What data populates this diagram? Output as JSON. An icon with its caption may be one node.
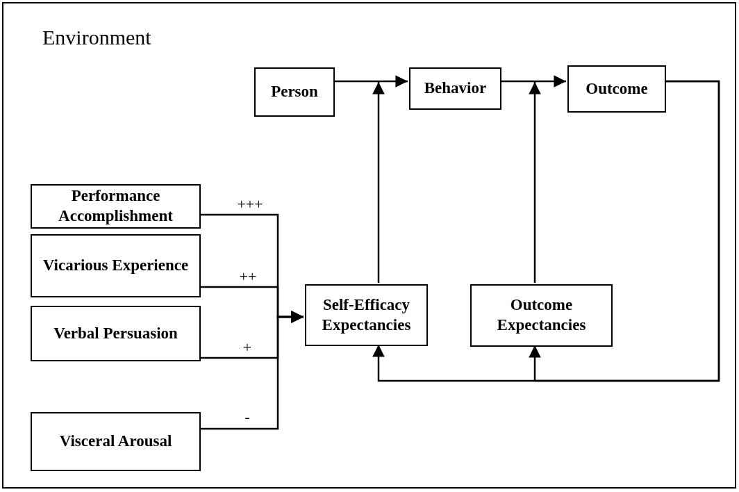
{
  "diagram": {
    "nodes": [
      {
        "text": [
          "Environment"
        ]
      },
      {
        "text": [
          "Person"
        ],
        "in": 0
      },
      {
        "text": [
          "Behavior"
        ],
        "in": 0
      },
      {
        "text": [
          "Outcome"
        ],
        "in": 0
      },
      {
        "text": [
          "Performance Accomplishment"
        ],
        "in": 0
      },
      {
        "text": [
          "Vicarious Experience"
        ],
        "in": 0
      },
      {
        "text": [
          "Verbal Persuasion"
        ],
        "in": 0
      },
      {
        "text": [
          "Visceral Arousal"
        ],
        "in": 0
      },
      {
        "text": [
          "Self-Efficacy Expectancies"
        ],
        "in": 0
      },
      {
        "text": [
          "Outcome Expectancies"
        ],
        "in": 0
      }
    ],
    "edges": [
      {
        "from": 1,
        "to": 2,
        "arrow": "to"
      },
      {
        "from": 2,
        "to": 3,
        "arrow": "to"
      },
      {
        "from": 8,
        "to": null,
        "arrow": "to"
      },
      {
        "from": 9,
        "to": null,
        "arrow": "to"
      },
      {
        "from": 3,
        "to": 8,
        "arrow": "to"
      },
      {
        "from": 3,
        "to": 9,
        "arrow": "to"
      },
      {
        "from": 4,
        "to": 8,
        "arrow": "to",
        "label": "+++"
      },
      {
        "from": 5,
        "to": 8,
        "arrow": "to",
        "label": "++"
      },
      {
        "from": 6,
        "to": 8,
        "arrow": "to",
        "label": "+"
      },
      {
        "from": 7,
        "to": 8,
        "arrow": "to",
        "label": "-"
      }
    ]
  }
}
